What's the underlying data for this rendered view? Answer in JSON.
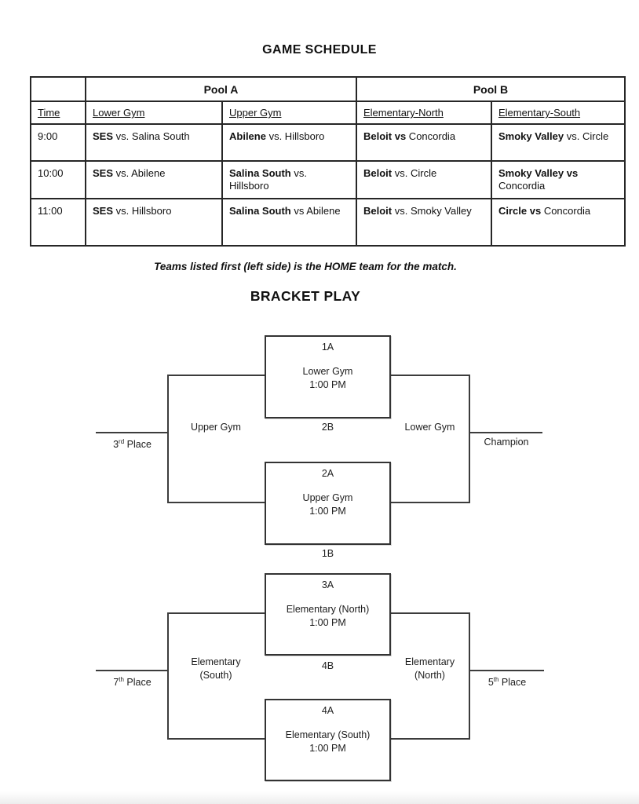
{
  "page": {
    "schedule_title": "GAME SCHEDULE",
    "note": "Teams listed first (left side) is the HOME team for the match.",
    "bracket_title": "BRACKET PLAY"
  },
  "schedule": {
    "pool_a": "Pool A",
    "pool_b": "Pool B",
    "columns": [
      "Time",
      "Lower Gym",
      "Upper Gym",
      "Elementary-North",
      "Elementary-South"
    ],
    "rows": [
      {
        "time": "9:00",
        "games": [
          {
            "b": "SES",
            "r": " vs. Salina South"
          },
          {
            "b": "Abilene",
            "r": " vs. Hillsboro"
          },
          {
            "b": "Beloit vs",
            "r": " Concordia"
          },
          {
            "b": "Smoky Valley",
            "r": " vs. Circle"
          }
        ]
      },
      {
        "time": "10:00",
        "games": [
          {
            "b": "SES",
            "r": " vs. Abilene"
          },
          {
            "b": "Salina South",
            "r": " vs. Hillsboro"
          },
          {
            "b": "Beloit",
            "r": " vs. Circle"
          },
          {
            "b": "Smoky Valley vs",
            "r": " Concordia"
          }
        ]
      },
      {
        "time": "11:00",
        "games": [
          {
            "b": "SES",
            "r": " vs. Hillsboro"
          },
          {
            "b": "Salina South",
            "r": " vs Abilene"
          },
          {
            "b": "Beloit",
            "r": " vs. Smoky Valley"
          },
          {
            "b": "Circle vs",
            "r": " Concordia"
          }
        ]
      }
    ]
  },
  "bracket_top": {
    "game1": {
      "seed": "1A",
      "venue": "Lower Gym",
      "time": "1:00 PM",
      "feeder": "2B"
    },
    "game2": {
      "seed": "2A",
      "venue": "Upper Gym",
      "time": "1:00 PM",
      "feeder": "1B"
    },
    "left_venue": "Upper Gym",
    "right_venue": "Lower Gym",
    "left_place": {
      "num": "3",
      "sup": "rd",
      "rest": " Place"
    },
    "right_label": "Champion"
  },
  "bracket_bottom": {
    "game3": {
      "seed": "3A",
      "venue": "Elementary (North)",
      "time": "1:00 PM",
      "feeder": "4B"
    },
    "game4": {
      "seed": "4A",
      "venue": "Elementary (South)",
      "time": "1:00 PM"
    },
    "left_venue": {
      "line1": "Elementary",
      "line2": "(South)"
    },
    "right_venue": {
      "line1": "Elementary",
      "line2": "(North)"
    },
    "left_place": {
      "num": "7",
      "sup": "th",
      "rest": " Place"
    },
    "right_place": {
      "num": "5",
      "sup": "th",
      "rest": " Place"
    }
  }
}
